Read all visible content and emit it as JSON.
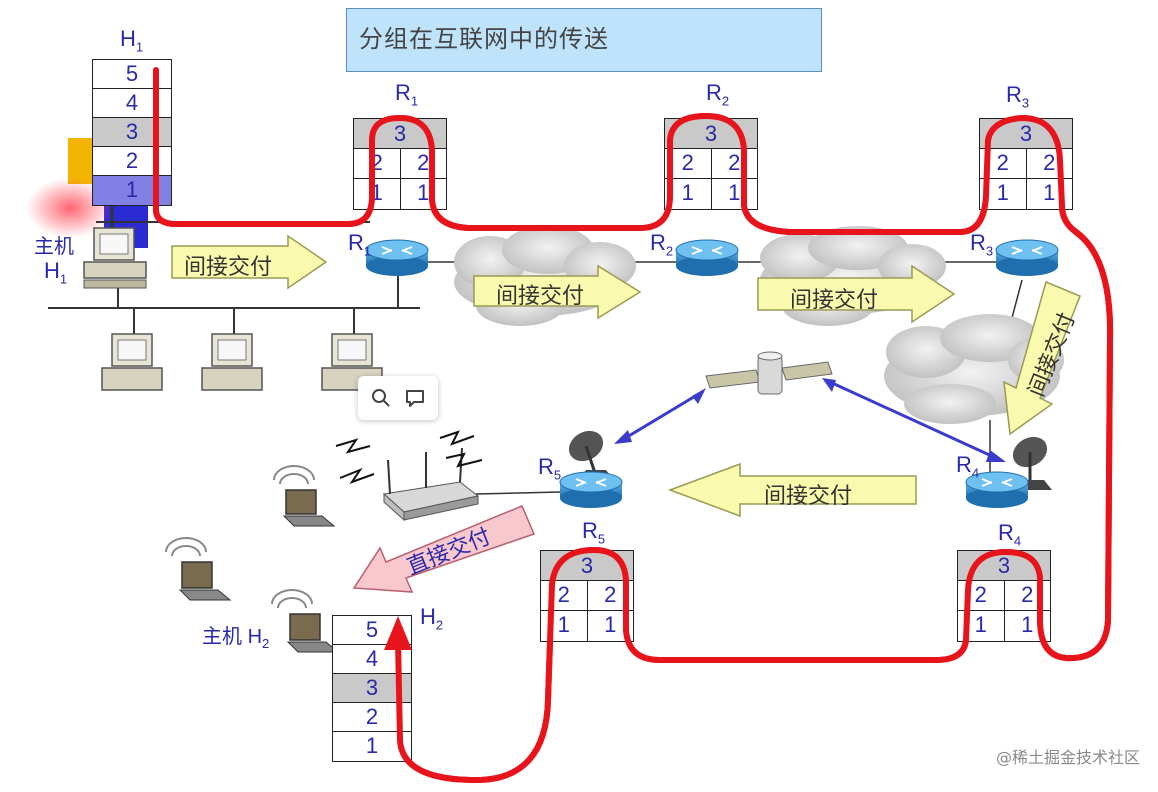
{
  "title": "分组在互联网中的传送",
  "hosts": {
    "h1": {
      "label": "H",
      "sub": "1",
      "host_word": "主机",
      "layers": [
        "5",
        "4",
        "3",
        "2",
        "1"
      ]
    },
    "h2": {
      "label": "H",
      "sub": "2",
      "host_word": "主机",
      "layers": [
        "5",
        "4",
        "3",
        "2",
        "1"
      ]
    }
  },
  "routers": [
    {
      "label": "R",
      "sub": "1",
      "top": "3",
      "mid": [
        "2",
        "2"
      ],
      "bottom": [
        "1",
        "1"
      ]
    },
    {
      "label": "R",
      "sub": "2",
      "top": "3",
      "mid": [
        "2",
        "2"
      ],
      "bottom": [
        "1",
        "1"
      ]
    },
    {
      "label": "R",
      "sub": "3",
      "top": "3",
      "mid": [
        "2",
        "2"
      ],
      "bottom": [
        "1",
        "1"
      ]
    },
    {
      "label": "R",
      "sub": "4",
      "top": "3",
      "mid": [
        "2",
        "2"
      ],
      "bottom": [
        "1",
        "1"
      ]
    },
    {
      "label": "R",
      "sub": "5",
      "top": "3",
      "mid": [
        "2",
        "2"
      ],
      "bottom": [
        "1",
        "1"
      ]
    }
  ],
  "router_icon_labels": [
    {
      "label": "R",
      "sub": "1"
    },
    {
      "label": "R",
      "sub": "2"
    },
    {
      "label": "R",
      "sub": "3"
    },
    {
      "label": "R",
      "sub": "4"
    },
    {
      "label": "R",
      "sub": "5"
    }
  ],
  "arrows": {
    "indirect": "间接交付",
    "direct": "直接交付"
  },
  "watermark": "@稀土掘金技术社区",
  "colors": {
    "path_red": "#e8141c",
    "arrow_yellow": "#fafaae",
    "arrow_pink": "#f9c8cf",
    "label_blue": "#2a2aa8",
    "router_blue": "#2f86c6",
    "link_blue": "#3b3bcc"
  }
}
